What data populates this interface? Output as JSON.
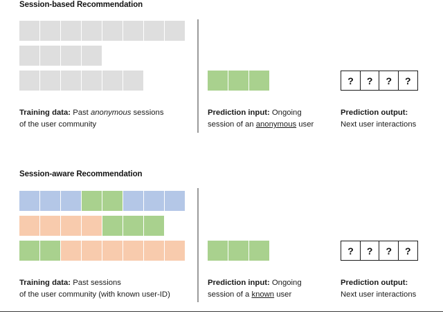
{
  "figure": {
    "sections": [
      {
        "id": "session-based",
        "title": "Session-based Recommendation",
        "training": {
          "rows": [
            {
              "cells": [
                "gray",
                "gray",
                "gray",
                "gray",
                "gray",
                "gray",
                "gray",
                "gray"
              ]
            },
            {
              "cells": [
                "gray",
                "gray",
                "gray",
                "gray"
              ]
            },
            {
              "cells": [
                "gray",
                "gray",
                "gray",
                "gray",
                "gray",
                "gray"
              ]
            }
          ],
          "caption": {
            "bold_lead": "Training data:",
            "rest_line1_before_italic": " Past ",
            "italic_word": "anonymous",
            "rest_line1_after_italic": " sessions",
            "line2": "of the user community"
          }
        },
        "prediction_input": {
          "cells": [
            "green",
            "green",
            "green"
          ],
          "caption": {
            "bold_lead": "Prediction input:",
            "rest_line1": " Ongoing",
            "line2_before_underline": "session of an ",
            "underline_word": "anonymous",
            "line2_after_underline": " user"
          }
        },
        "prediction_output": {
          "boxes": [
            "?",
            "?",
            "?",
            "?"
          ],
          "caption": {
            "bold_lead": "Prediction output:",
            "line2": "Next user interactions"
          }
        }
      },
      {
        "id": "session-aware",
        "title": "Session-aware Recommendation",
        "training": {
          "rows": [
            {
              "cells": [
                "blue",
                "blue",
                "blue",
                "green",
                "green",
                "blue",
                "blue",
                "blue"
              ]
            },
            {
              "cells": [
                "orange",
                "orange",
                "orange",
                "orange",
                "green",
                "green",
                "green"
              ]
            },
            {
              "cells": [
                "green",
                "green",
                "orange",
                "orange",
                "orange",
                "orange",
                "orange",
                "orange"
              ]
            }
          ],
          "caption": {
            "bold_lead": "Training data:",
            "rest_line1": " Past sessions",
            "line2": "of the user community (with known user-ID)"
          }
        },
        "prediction_input": {
          "cells": [
            "green",
            "green",
            "green"
          ],
          "caption": {
            "bold_lead": "Prediction input:",
            "rest_line1": " Ongoing",
            "line2_before_underline": "session of a ",
            "underline_word": "known",
            "line2_after_underline": " user"
          }
        },
        "prediction_output": {
          "boxes": [
            "?",
            "?",
            "?",
            "?"
          ],
          "caption": {
            "bold_lead": "Prediction output:",
            "line2": "Next user interactions"
          }
        }
      }
    ],
    "colors": {
      "gray": "#dedede",
      "green": "#a9d18e",
      "blue": "#b4c7e7",
      "orange": "#f8cbad",
      "divider": "#9a9a9a",
      "rule": "#3a3a3a",
      "text": "#1a1a1a",
      "box_border": "#1a1a1a"
    }
  }
}
